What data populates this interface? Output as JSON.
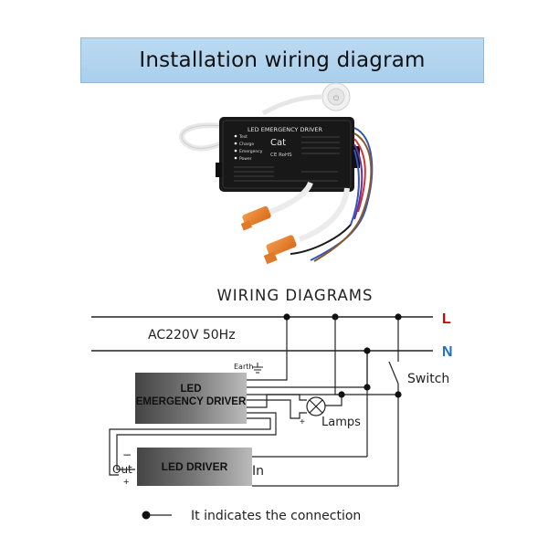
{
  "banner": {
    "title": "Installation wiring diagram"
  },
  "product": {
    "title": "LED EMERGENCY DRIVER",
    "leds": [
      "Test",
      "Charge",
      "Emergency",
      "Power"
    ],
    "brand": "Cat",
    "marks": "CE RoHS"
  },
  "diagram": {
    "title": "WIRING DIAGRAMS",
    "line_l": "L",
    "line_n": "N",
    "supply": "AC220V 50Hz",
    "earth": "Earth",
    "emergency_driver_line1": "LED",
    "emergency_driver_line2": "EMERGENCY DRIVER",
    "led_driver": "LED DRIVER",
    "switch": "Switch",
    "lamps": "Lamps",
    "plus": "+",
    "minus": "−",
    "out": "Out",
    "in": "In",
    "legend": "It indicates the connection"
  },
  "colors": {
    "L": "#cc0000",
    "N": "#1f6fc0",
    "banner": "#a9cfee"
  }
}
